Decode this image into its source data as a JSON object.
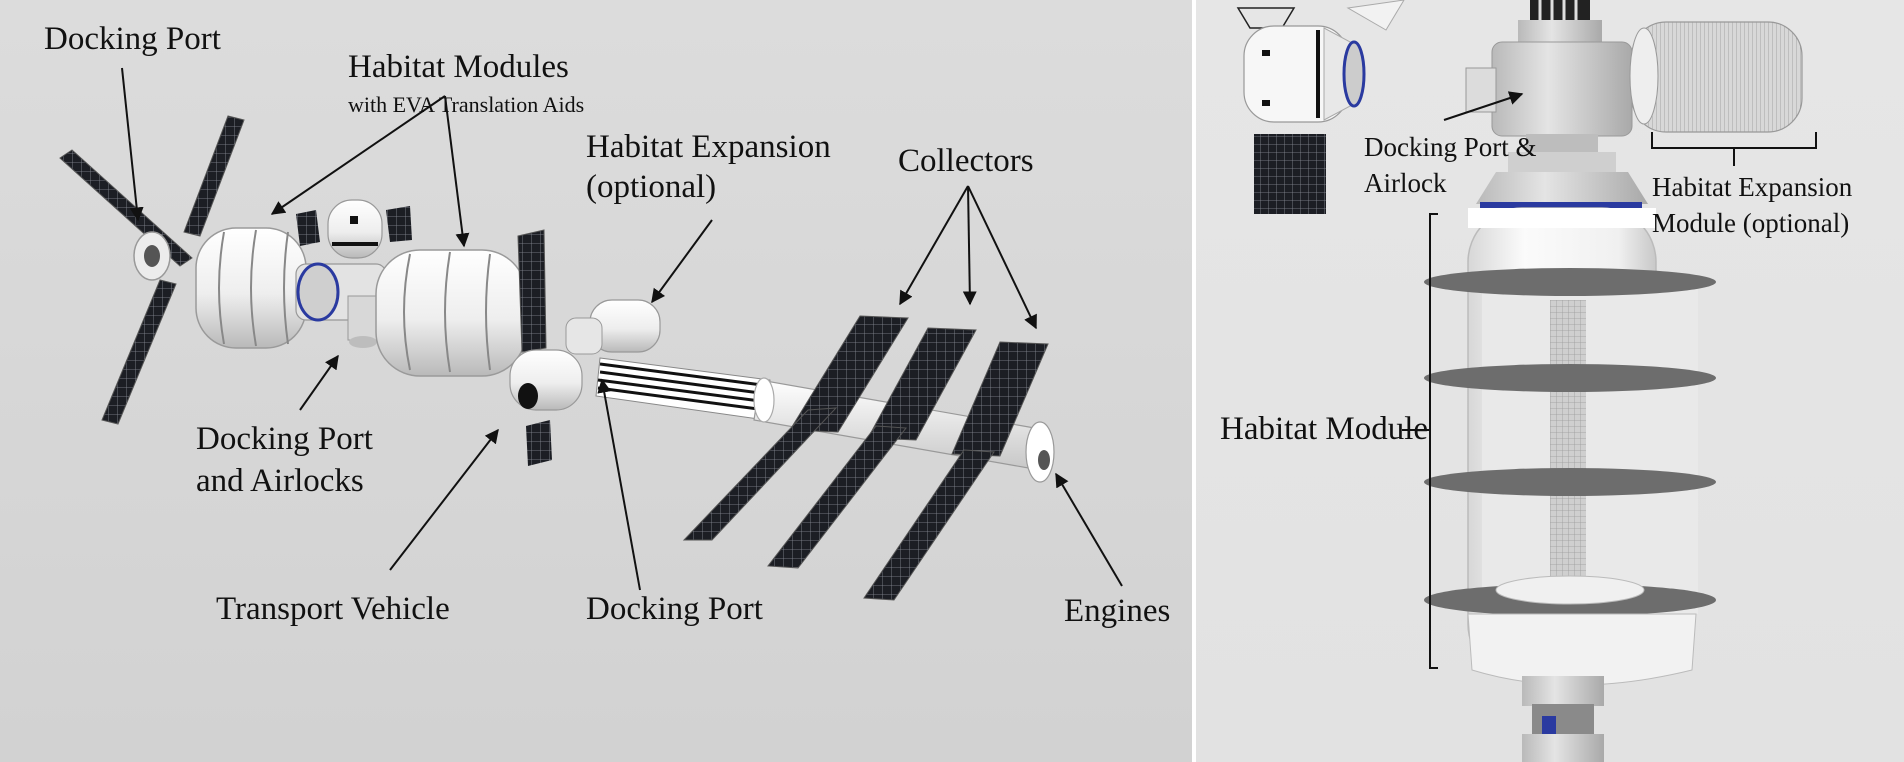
{
  "left_panel": {
    "labels": {
      "docking_port_top": "Docking Port",
      "habitat_modules": "Habitat Modules",
      "habitat_modules_sub": "with EVA Translation Aids",
      "habitat_expansion_l1": "Habitat Expansion",
      "habitat_expansion_l2": "(optional)",
      "collectors": "Collectors",
      "docking_airlocks_l1": "Docking Port",
      "docking_airlocks_l2": "and Airlocks",
      "transport_vehicle": "Transport Vehicle",
      "docking_port_bottom": "Docking Port",
      "engines": "Engines"
    }
  },
  "right_panel": {
    "labels": {
      "docking_airlock_l1": "Docking Port &",
      "docking_airlock_l2": "Airlock",
      "expansion_l1": "Habitat Expansion",
      "expansion_l2": "Module (optional)",
      "habitat_module": "Habitat Module"
    }
  },
  "colors": {
    "background_left": "#d8d8d8",
    "background_right": "#e4e4e4",
    "module_white": "#f4f4f4",
    "solar_panel": "#1e2026",
    "accent_blue": "#2a3aa0"
  }
}
